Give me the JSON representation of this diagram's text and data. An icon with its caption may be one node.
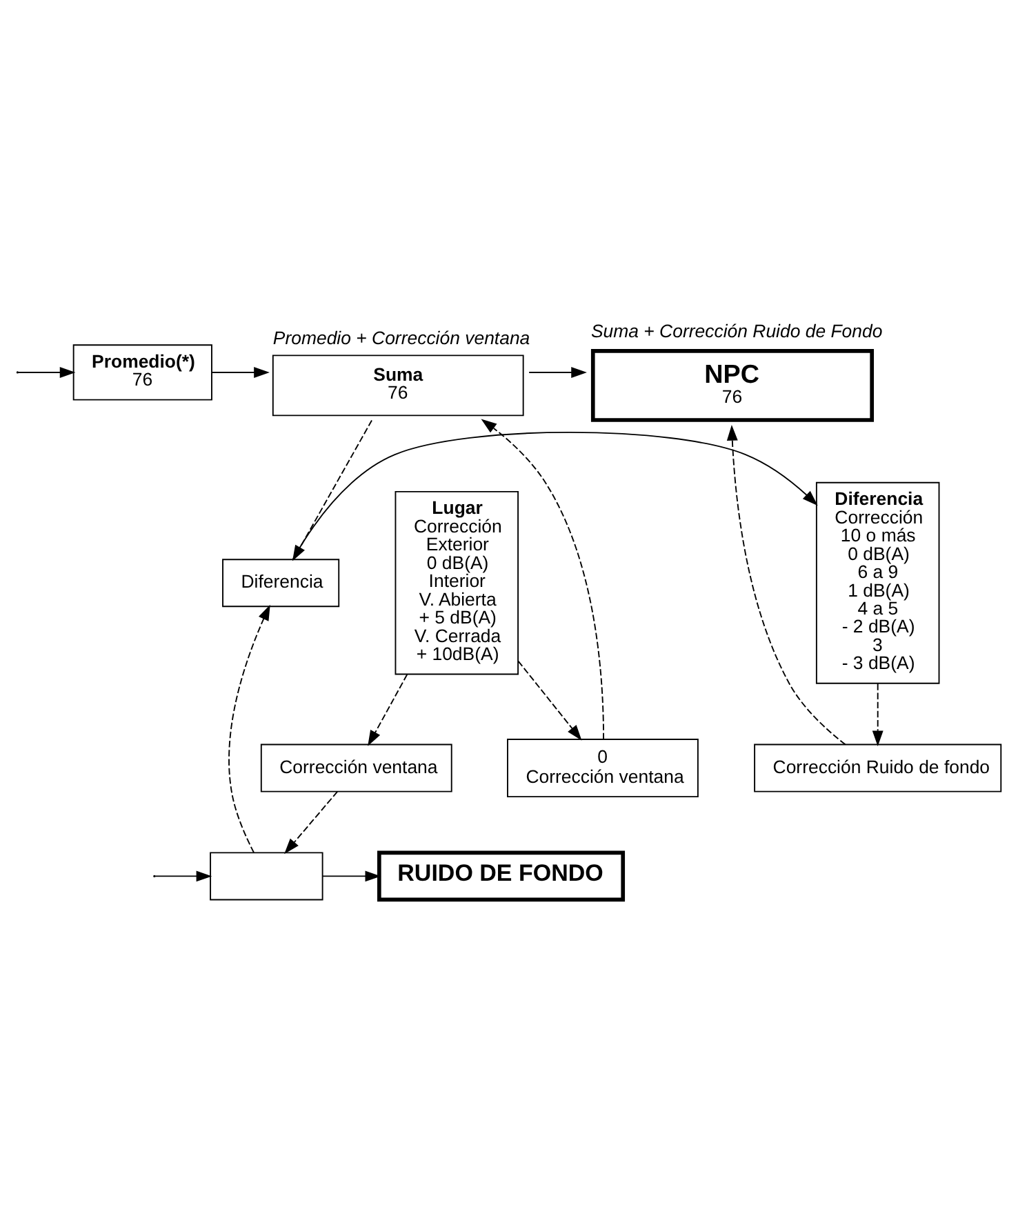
{
  "diagram": {
    "nodes": [
      {
        "text": [
          "Promedio(*)",
          "76"
        ]
      },
      {
        "text": [
          "Suma",
          "76"
        ],
        "beside": [
          "Promedio + Corrección ventana"
        ]
      },
      {
        "text": [
          "NPC",
          "76"
        ],
        "beside": [
          "Suma + Corrección Ruido de Fondo"
        ]
      },
      {
        "text": [
          "0",
          "Corrección ventana"
        ]
      },
      {
        "text": [
          "Corrección Ruido de fondo"
        ]
      },
      {
        "text": [
          "Lugar",
          "Corrección",
          "Exterior",
          "0 dB(A)",
          "Interior",
          "V. Abierta",
          "+ 5 dB(A)",
          "V. Cerrada",
          "+ 10dB(A)"
        ]
      },
      {
        "text": [
          "Diferencia"
        ]
      },
      {
        "text": [
          "Diferencia",
          "Corrección",
          "10 o más",
          "0 dB(A)",
          "6 a 9",
          "1 dB(A)",
          "4 a 5",
          "- 2 dB(A)",
          "3",
          "- 3 dB(A)"
        ]
      },
      {
        "text": [
          "Corrección ventana"
        ]
      },
      {
        "text": [],
        "shape": "box"
      },
      {
        "text": [
          "RUIDO DE FONDO"
        ]
      }
    ],
    "edges": [
      {
        "from": null,
        "to": 0,
        "arrow": "to"
      },
      {
        "from": 0,
        "to": 1,
        "arrow": "to"
      },
      {
        "from": 1,
        "to": 2,
        "arrow": "to"
      },
      {
        "from": 1,
        "to": 6,
        "arrow": "to",
        "style": "dashed"
      },
      {
        "from": 3,
        "to": 1,
        "arrow": "to",
        "style": "dashed"
      },
      {
        "from": 5,
        "to": 3,
        "arrow": "to",
        "style": "dashed"
      },
      {
        "from": 5,
        "to": 8,
        "arrow": "to",
        "style": "dashed"
      },
      {
        "from": 8,
        "to": 9,
        "arrow": "to",
        "style": "dashed"
      },
      {
        "from": null,
        "to": 9,
        "arrow": "to"
      },
      {
        "from": 9,
        "to": 10,
        "arrow": "to"
      },
      {
        "from": 9,
        "to": 6,
        "arrow": "to",
        "style": "dashed"
      },
      {
        "from": 6,
        "to": 7,
        "arrow": "to"
      },
      {
        "from": 7,
        "to": 4,
        "arrow": "to",
        "style": "dashed"
      },
      {
        "from": 4,
        "to": 2,
        "arrow": "to",
        "style": "dashed"
      }
    ]
  }
}
